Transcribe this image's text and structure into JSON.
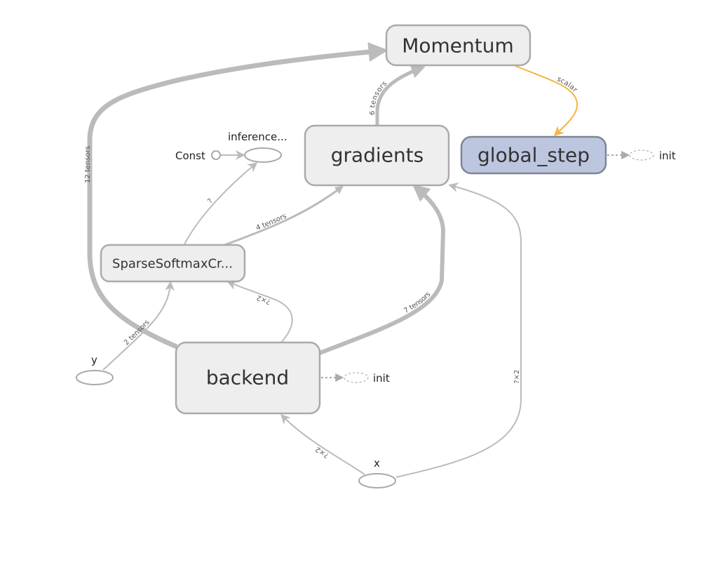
{
  "graph": {
    "nodes": {
      "momentum": "Momentum",
      "gradients": "gradients",
      "global_step": "global_step",
      "inference": "inference...",
      "const": "Const",
      "sparse_softmax": "SparseSoftmaxCr...",
      "backend": "backend",
      "y": "y",
      "x": "x",
      "init_global_step": "init",
      "init_backend": "init"
    },
    "edges": {
      "backend_to_momentum": "12 tensors",
      "gradients_to_momentum": "6 tensors",
      "momentum_to_global_step": "scalar",
      "sparse_to_inference": "?",
      "sparse_to_gradients": "4 tensors",
      "backend_to_gradients": "7 tensors",
      "backend_to_sparse": "?×2",
      "y_to_sparse": "2 tensors",
      "x_to_backend": "?×2",
      "x_to_gradients": "?×2"
    },
    "colors": {
      "node_fill": "#eeeeee",
      "node_stroke": "#aaaaaa",
      "variable_fill": "#bcc6df",
      "variable_stroke": "#7d8597",
      "edge": "#bbbbbb",
      "ref_edge": "#f5b440"
    }
  }
}
